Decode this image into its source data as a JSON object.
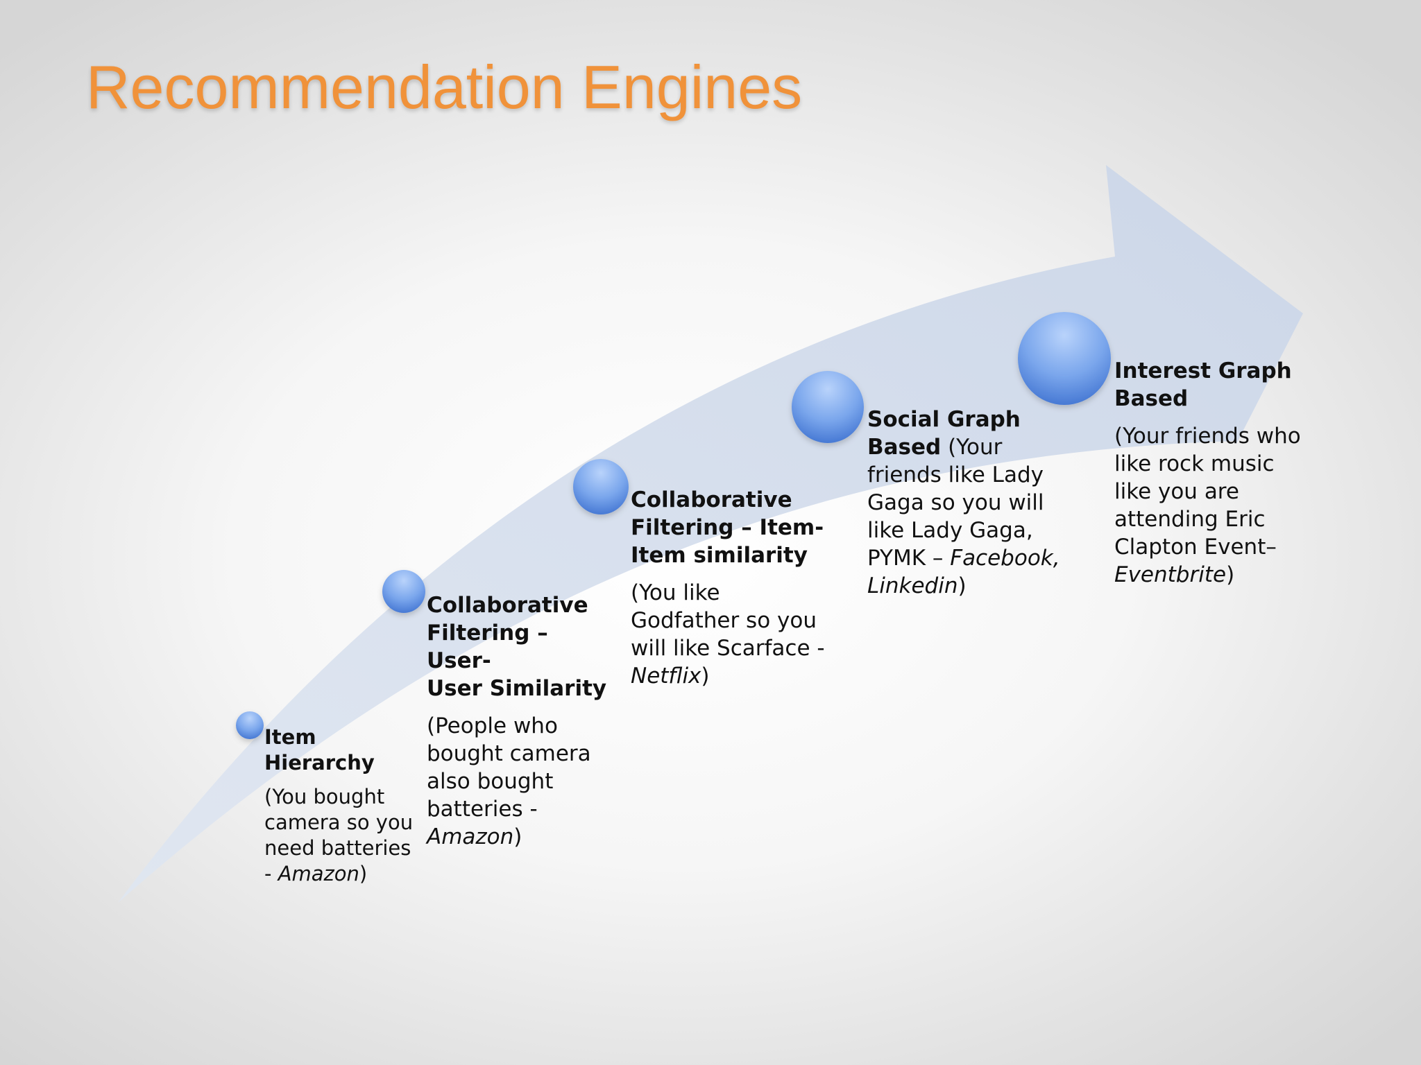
{
  "title": "Recommendation Engines",
  "colors": {
    "title": "#f0923a",
    "arrow": "#cfd9ea",
    "node": "#5b8fe0"
  },
  "steps": [
    {
      "name": "item-hierarchy",
      "head_line1": "Item",
      "head_line2": "Hierarchy",
      "desc_line1": "(You bought",
      "desc_line2": "camera so you",
      "desc_line3": "need batteries",
      "desc_line4_prefix": "- ",
      "desc_line4_italic": "Amazon",
      "desc_line4_suffix": ")"
    },
    {
      "name": "collab-user-user",
      "head_line1": "Collaborative",
      "head_line2": "Filtering – User-",
      "head_line3": "User Similarity",
      "desc_line1": "(People who",
      "desc_line2": "bought camera",
      "desc_line3": "also bought",
      "desc_line4": "batteries -",
      "desc_line5_italic": "Amazon",
      "desc_line5_suffix": ")"
    },
    {
      "name": "collab-item-item",
      "head_line1": "Collaborative",
      "head_line2": "Filtering – Item-",
      "head_line3": "Item similarity",
      "desc_line1": "(You like",
      "desc_line2": "Godfather so you",
      "desc_line3": "will like Scarface -",
      "desc_line4_italic": "Netflix",
      "desc_line4_suffix": ")"
    },
    {
      "name": "social-graph",
      "head_line1": "Social Graph",
      "head_line2": "Based",
      "desc_line2": " (Your",
      "desc_line3": "friends like Lady",
      "desc_line4": "Gaga so you will",
      "desc_line5": "like Lady Gaga,",
      "desc_line6_prefix": "PYMK – ",
      "desc_line6_italic": "Facebook,",
      "desc_line7_italic": "Linkedin",
      "desc_line7_suffix": ")"
    },
    {
      "name": "interest-graph",
      "head_line1": "Interest Graph",
      "head_line2": "Based",
      "desc_line1": "(Your friends who",
      "desc_line2": "like rock music",
      "desc_line3": "like you are",
      "desc_line4": "attending Eric",
      "desc_line5": "Clapton Event–",
      "desc_line6_italic": "Eventbrite",
      "desc_line6_suffix": ")"
    }
  ]
}
